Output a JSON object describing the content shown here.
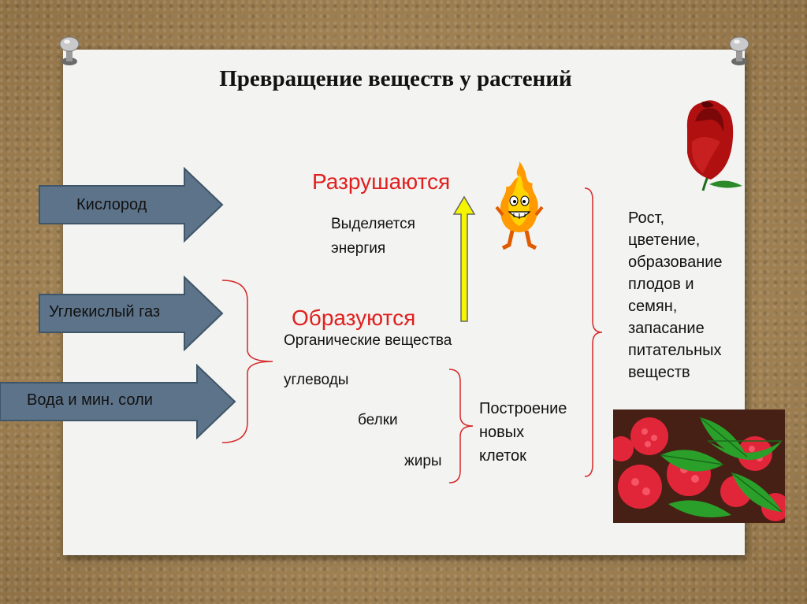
{
  "title": "Превращение веществ у растений",
  "inputs": [
    {
      "label": "Кислород"
    },
    {
      "label": "Углекислый газ"
    },
    {
      "label": "Вода и мин. соли"
    }
  ],
  "destroyed": "Разрушаются",
  "energy": [
    "Выделяется",
    "энергия"
  ],
  "formed": "Образуются",
  "organic": "Органические вещества",
  "nutrients": [
    "углеводы",
    "белки",
    "жиры"
  ],
  "building": [
    "Построение",
    "новых",
    "клеток"
  ],
  "growth": [
    "Рост,",
    "цветение,",
    "образование",
    "плодов и",
    "семян,",
    "запасание",
    "питательных",
    "веществ"
  ],
  "colors": {
    "accent_red": "#e02020",
    "arrow_fill": "#5d7389",
    "up_arrow": "#f5f500",
    "brace": "#d62828"
  },
  "icons": [
    "push-pin-icon",
    "flame-character-icon",
    "red-rose-icon",
    "raspberry-photo"
  ]
}
